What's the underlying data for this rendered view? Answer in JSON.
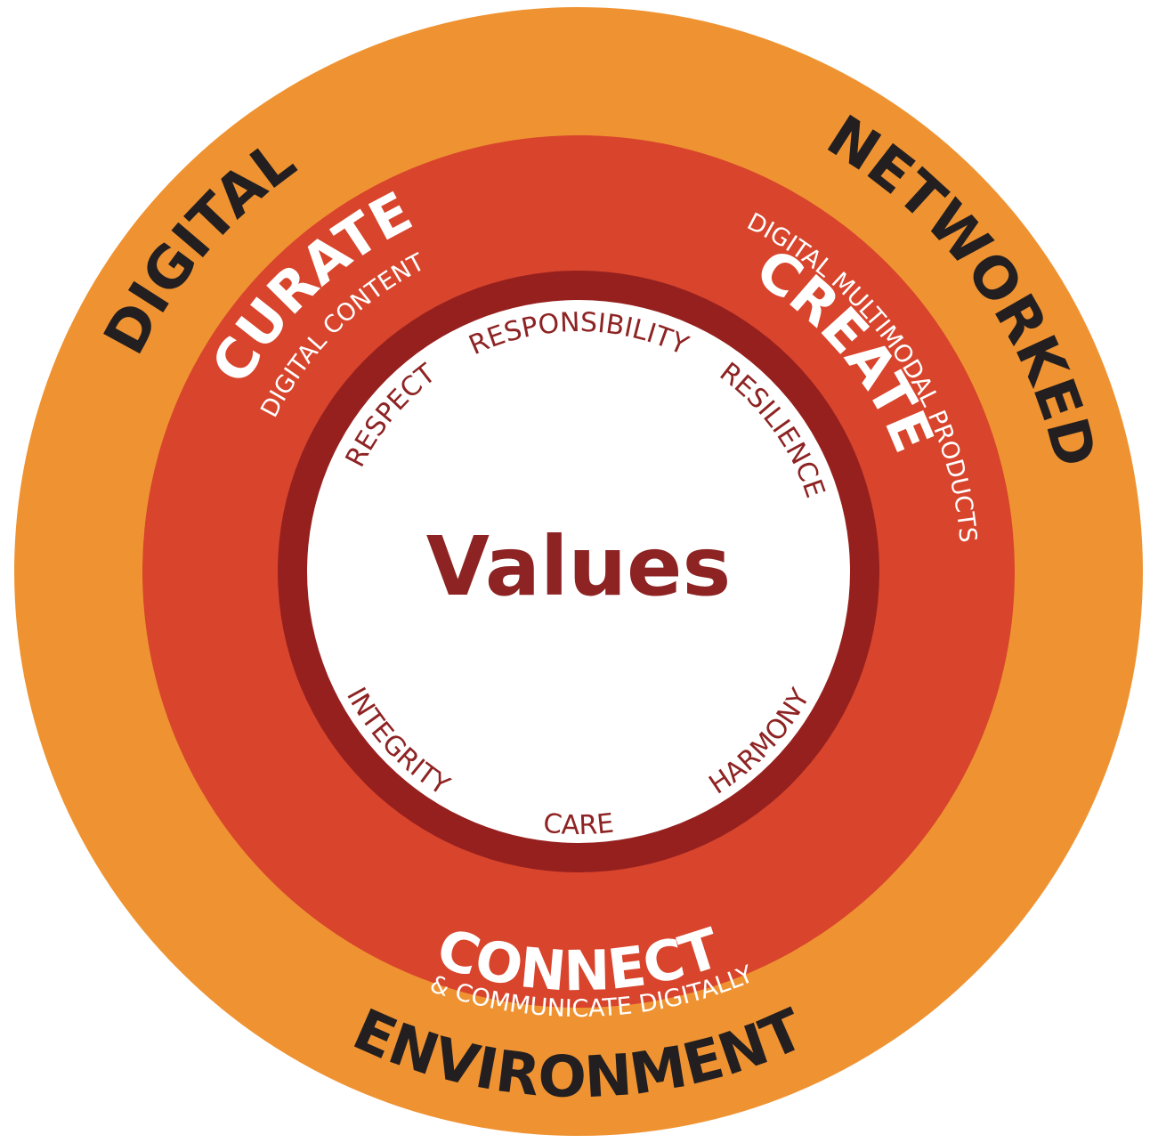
{
  "colors": {
    "outer_ring": "#ef9332",
    "middle_ring": "#d8442c",
    "inner_ring": "#96201e",
    "center": "#ffffff",
    "outer_text": "#231f20",
    "middle_text": "#ffffff",
    "value_text": "#8e2323"
  },
  "outer_ring": {
    "digital": "DIGITAL",
    "networked": "NETWORKED",
    "environment": "ENVIRONMENT"
  },
  "middle_ring": {
    "curate": {
      "title": "CURATE",
      "subtitle": "DIGITAL CONTENT"
    },
    "create": {
      "title": "CREATE",
      "subtitle": "DIGITAL MULTIMODAL PRODUCTS"
    },
    "connect": {
      "title": "CONNECT",
      "subtitle": "& COMMUNICATE DIGITALLY"
    }
  },
  "center": {
    "title": "Values",
    "values": {
      "respect": "RESPECT",
      "responsibility": "RESPONSIBILITY",
      "resilience": "RESILIENCE",
      "integrity": "INTEGRITY",
      "care": "CARE",
      "harmony": "HARMONY"
    }
  }
}
